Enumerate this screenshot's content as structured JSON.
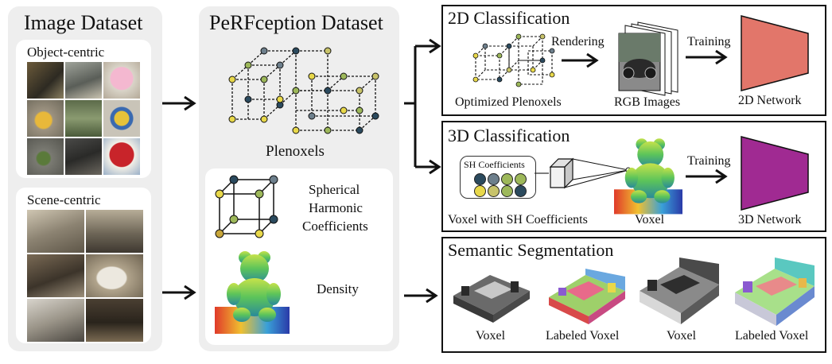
{
  "image_dataset": {
    "title": "Image Dataset",
    "object_centric_label": "Object-centric",
    "scene_centric_label": "Scene-centric"
  },
  "perfception": {
    "title": "PeRFception Dataset",
    "plenoxels_label": "Plenoxels",
    "sh_label_line1": "Spherical",
    "sh_label_line2": "Harmonic",
    "sh_label_line3": "Coefficients",
    "density_label": "Density"
  },
  "cls2d": {
    "title": "2D Classification",
    "rendering_label": "Rendering",
    "training_label": "Training",
    "optimized_label": "Optimized Plenoxels",
    "rgb_label": "RGB Images",
    "network_label": "2D Network",
    "network_color": "#e2766a"
  },
  "cls3d": {
    "title": "3D Classification",
    "sh_box_label": "SH Coefficients",
    "training_label": "Training",
    "voxel_sh_label": "Voxel with SH Coefficients",
    "voxel_label": "Voxel",
    "network_label": "3D Network",
    "network_color": "#a02a92"
  },
  "seg": {
    "title": "Semantic Segmentation",
    "labels": [
      "Voxel",
      "Labeled Voxel",
      "Voxel",
      "Labeled Voxel"
    ]
  },
  "colors": {
    "node_colors": [
      "#2b4a5e",
      "#9db85a",
      "#e8d84a",
      "#6d7f8c",
      "#c8c36a"
    ]
  }
}
